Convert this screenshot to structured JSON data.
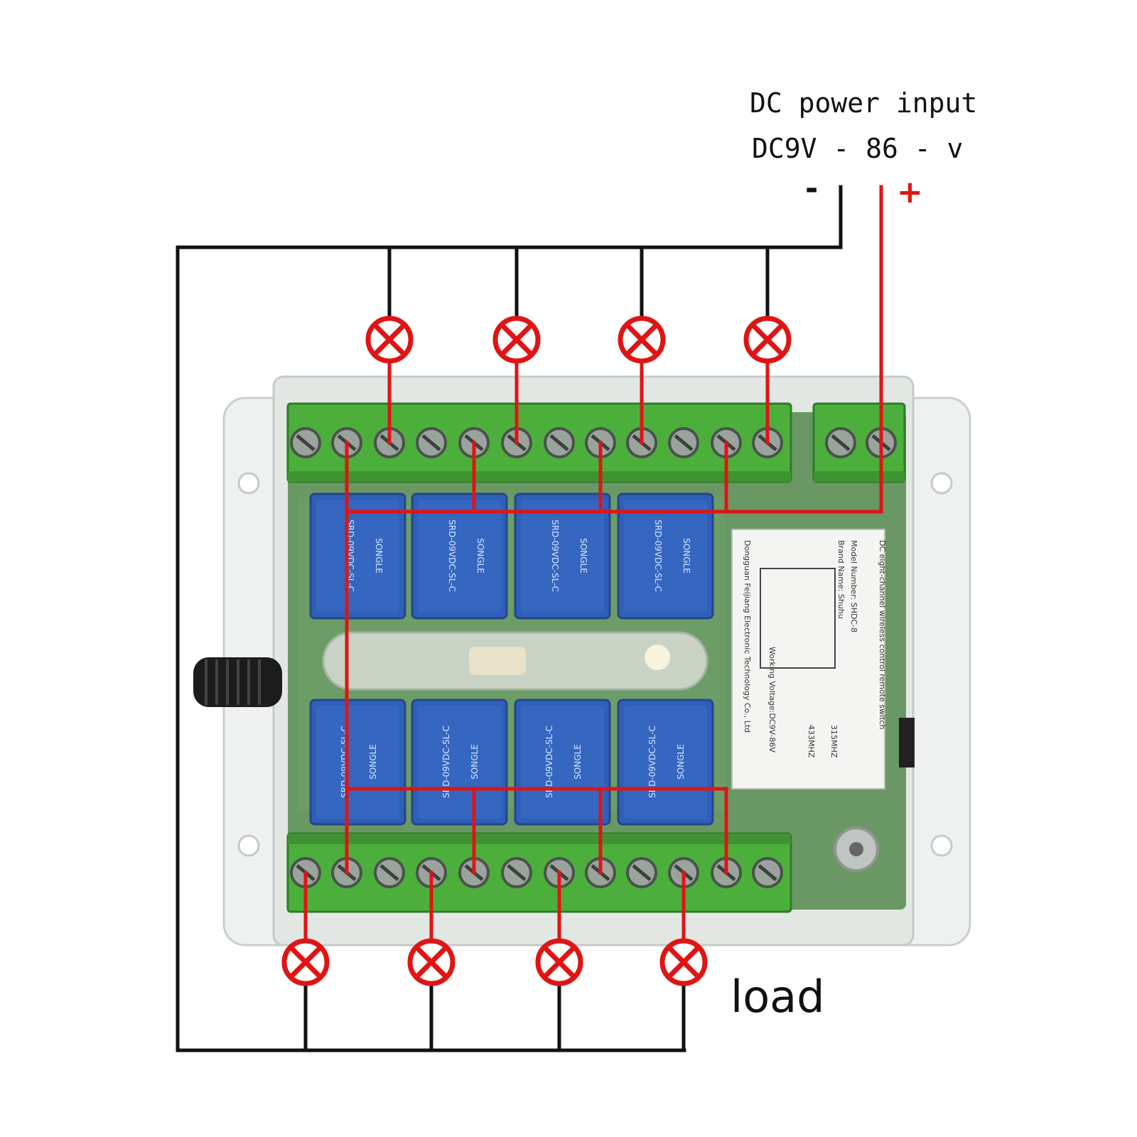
{
  "power": {
    "title": "DC power input",
    "voltage": "DC9V - 86 - v",
    "minus_sign": "-",
    "plus_sign": "+"
  },
  "load_label": "load",
  "board": {
    "sticker_title": "DC eight-channel wireless control remote switch",
    "sticker_model": "Model Number: SHDC-8",
    "sticker_brand": "Brand Name: Shuhu",
    "sticker_freq_a": "315MHZ",
    "sticker_freq_b": "433MHZ",
    "sticker_voltage": "Working Voltage:DC9V-86V",
    "sticker_maker": "Dongguan Feijiang Electronic Technology Co., Ltd",
    "relay_marking": "SRD-09VDC-SL-C",
    "relay_brand": "SONGLE"
  },
  "colors": {
    "wire_negative": "#111111",
    "wire_positive": "#e01414",
    "lamp": "#e01414",
    "terminal": "#4caf3c",
    "relay": "#2f5fb8",
    "pcb": "#3f7a3a",
    "case": "#e8ecea"
  },
  "icons": {
    "lamp": "lamp-load-icon",
    "screw": "screw-terminal-icon"
  },
  "channels": 8
}
